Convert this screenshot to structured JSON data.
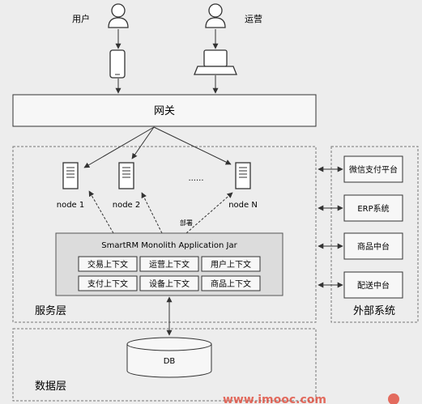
{
  "actors": {
    "user_label": "用户",
    "ops_label": "运营"
  },
  "gateway": {
    "label": "网关"
  },
  "service_layer": {
    "label": "服务层",
    "nodes": [
      "node 1",
      "node 2",
      "node N"
    ],
    "ellipsis": "......",
    "deploy_label": "部署",
    "app": {
      "title": "SmartRM Monolith Application Jar",
      "contexts": [
        "交易上下文",
        "运营上下文",
        "用户上下文",
        "支付上下文",
        "设备上下文",
        "商品上下文"
      ]
    }
  },
  "data_layer": {
    "label": "数据层",
    "db_label": "DB"
  },
  "external": {
    "label": "外部系统",
    "systems": [
      "微信支付平台",
      "ERP系统",
      "商品中台",
      "配送中台"
    ]
  },
  "watermark": {
    "text": "www.imooc.com"
  },
  "colors": {
    "background": "#ededed",
    "box_fill": "#f7f7f7",
    "app_fill": "#dcdcdc",
    "stroke": "#333333",
    "watermark": "#e04a3a"
  }
}
